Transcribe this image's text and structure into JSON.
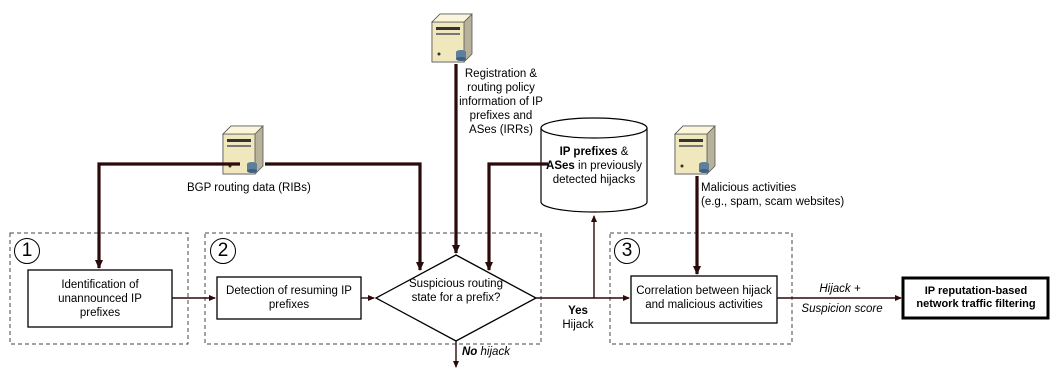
{
  "steps": [
    {
      "number": "1",
      "label": "Identification of unannounced IP prefixes"
    },
    {
      "number": "2",
      "label": "Detection of resuming IP prefixes"
    },
    {
      "number": "3",
      "label": "Correlation between hijack and malicious activities"
    }
  ],
  "decision": {
    "label": "Suspicious routing state for a prefix?"
  },
  "sources": {
    "bgp": "BGP routing data (RIBs)",
    "irr": "Registration & routing policy information of IP prefixes and ASes (IRRs)",
    "malicious_line1": "Malicious activities",
    "malicious_line2": "(e.g., spam, scam websites)"
  },
  "database": {
    "bold1": "IP prefixes",
    "text1": " &",
    "bold2": "ASes",
    "text2": " in previously detected hijacks"
  },
  "edges": {
    "yes_bold": "Yes",
    "yes_text": "Hijack",
    "no_bold": "No",
    "no_text": " hijack",
    "output_line1": "Hijack +",
    "output_line2": "Suspicion score"
  },
  "output": {
    "label": "IP reputation-based network traffic filtering"
  },
  "colors": {
    "arrow": "#2b0a0a",
    "box_border": "#000000",
    "server_body": "#f1e7bd",
    "server_accent": "#5d7e9c"
  }
}
